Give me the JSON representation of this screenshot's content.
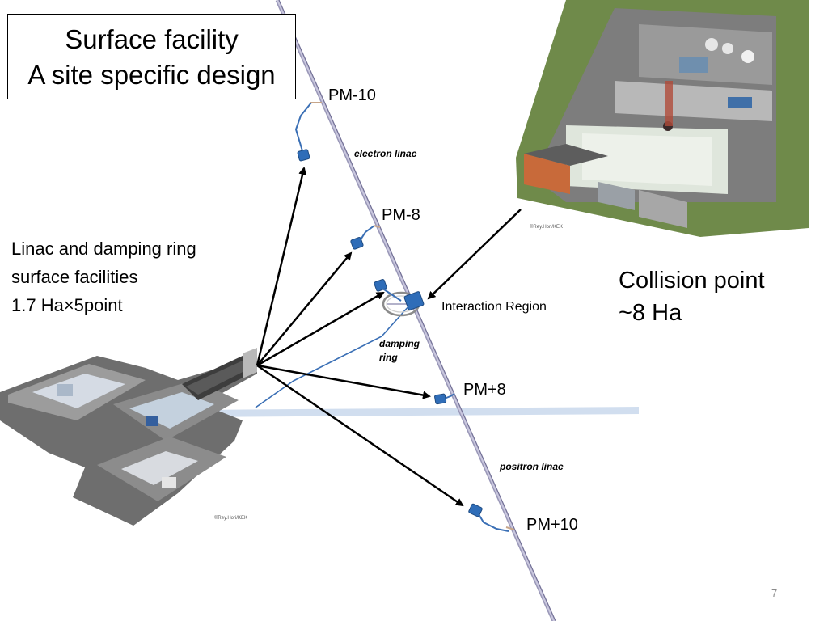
{
  "title": {
    "line1": "Surface facility",
    "line2": "A site specific design"
  },
  "labels": {
    "pm_minus_10": "PM-10",
    "electron_linac": "electron linac",
    "pm_minus_8": "PM-8",
    "interaction_region": "Interaction Region",
    "damping_ring_1": "damping",
    "damping_ring_2": "ring",
    "pm_plus_8": "PM+8",
    "positron_linac": "positron linac",
    "pm_plus_10": "PM+10"
  },
  "left_text": {
    "line1": "Linac and damping ring",
    "line2": "surface facilities",
    "line3": "1.7 Ha×5point"
  },
  "collision": {
    "line1": "Collision point",
    "line2": "~8 Ha"
  },
  "credits": {
    "top_render": "©Rey.Hori/KEK",
    "bottom_render": "©Rey.Hori/KEK"
  },
  "page_number": "7",
  "colors": {
    "tunnel": "#9a98b8",
    "shaft": "#3a6fb5",
    "box": "#2f6db8",
    "arrow": "#000000",
    "ground_band": "#c9d8ec",
    "grass": "#6f8a4a"
  }
}
